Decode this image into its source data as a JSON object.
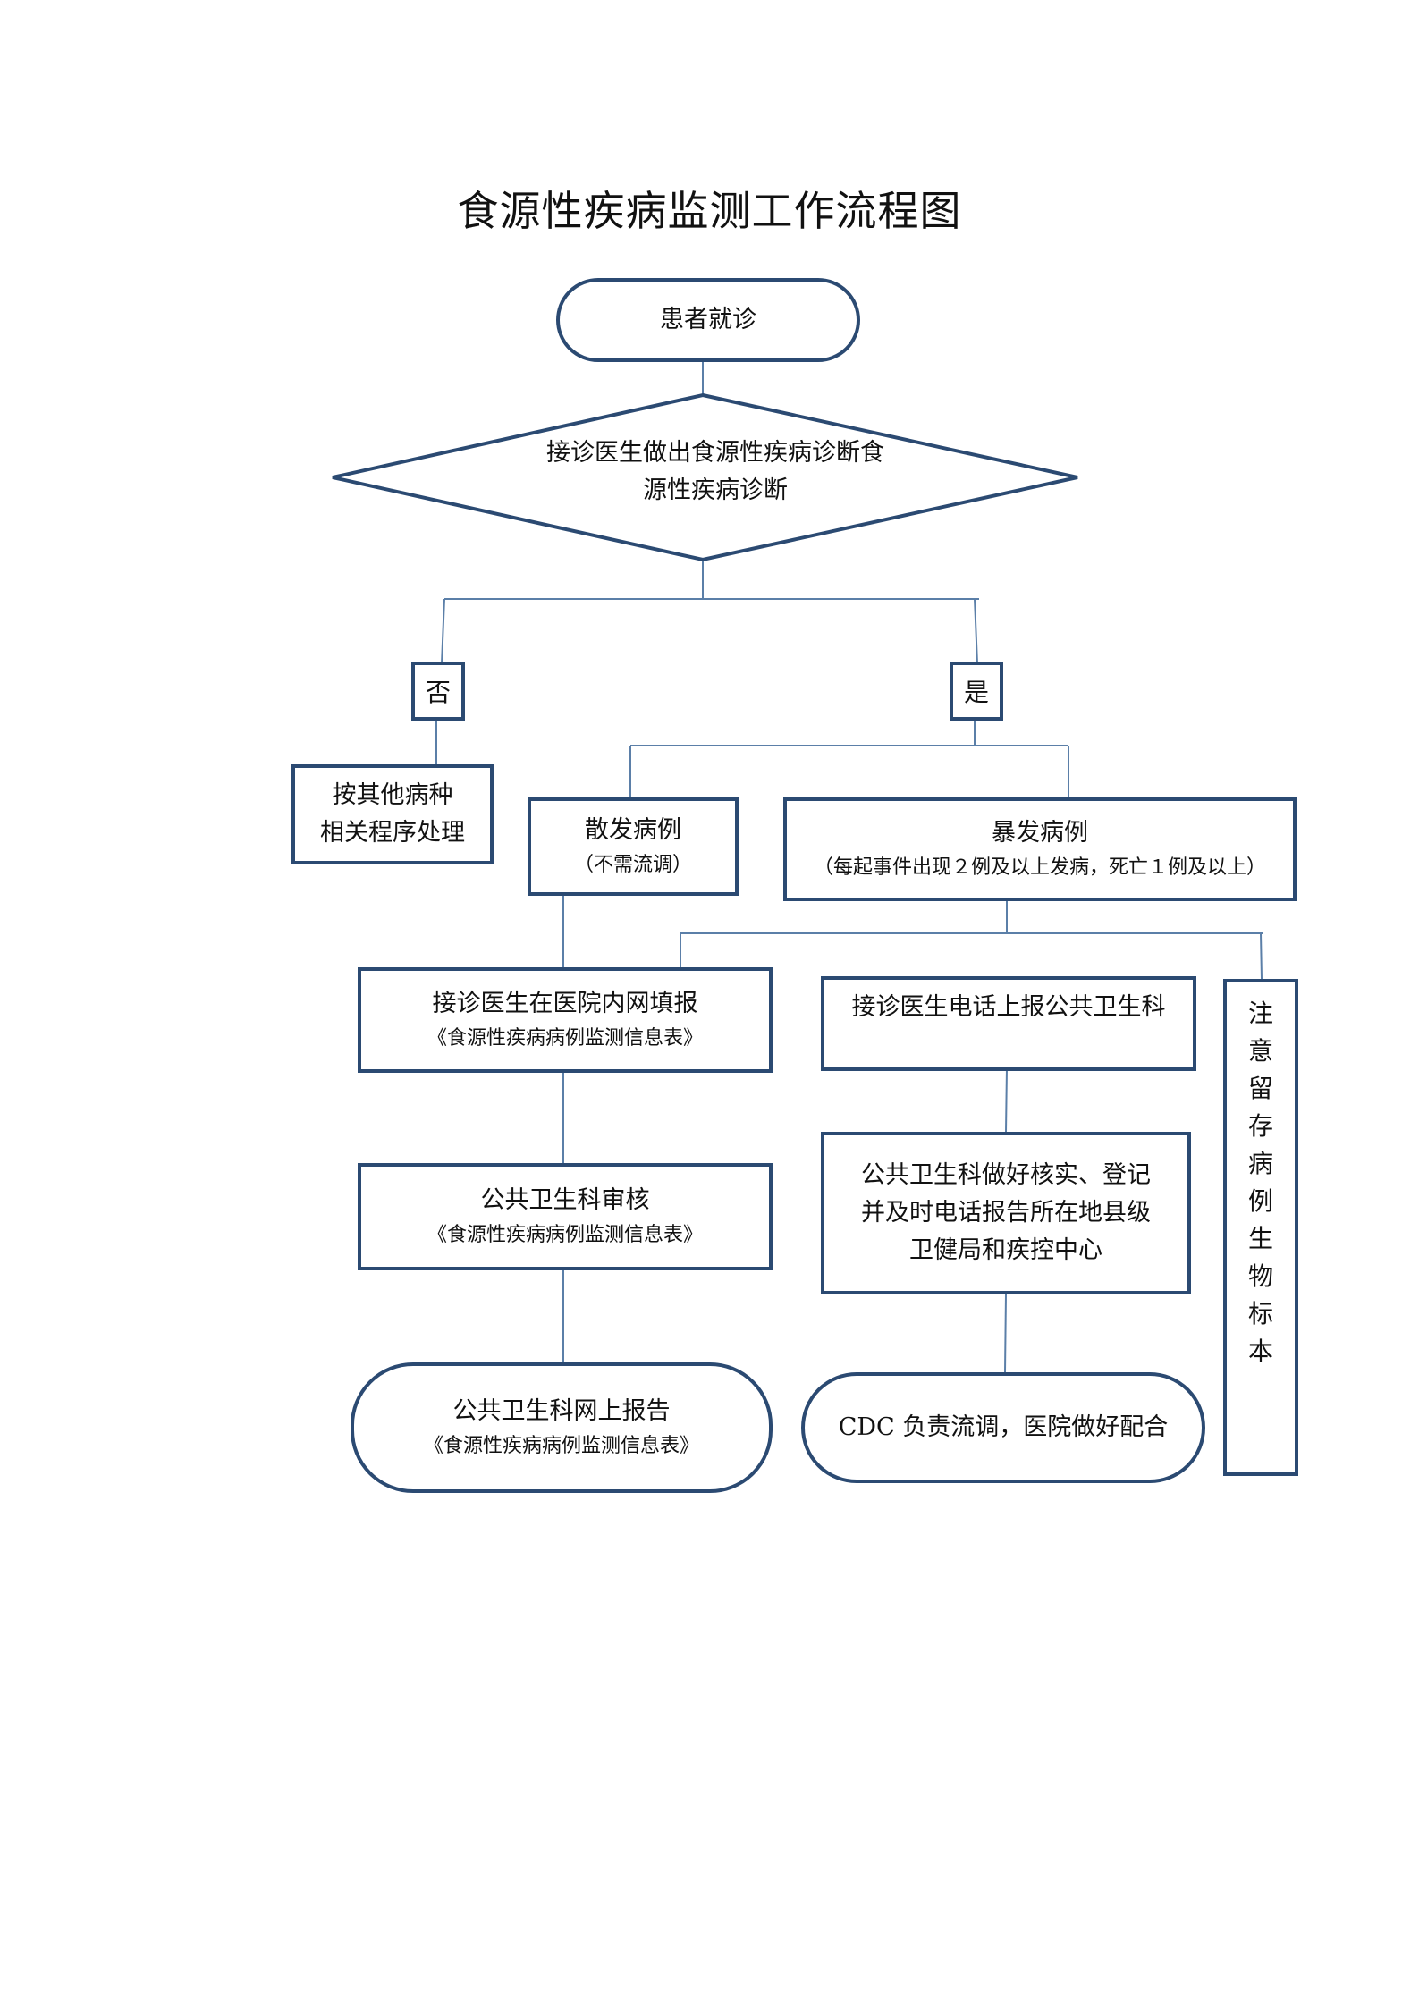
{
  "title": "食源性疾病监测工作流程图",
  "nodes": {
    "start": "患者就诊",
    "decision": [
      "接诊医生做出食源性疾病诊断食",
      "源性疾病诊断"
    ],
    "no_label": "否",
    "yes_label": "是",
    "other": [
      "按其他病种",
      "相关程序处理"
    ],
    "sporadic": {
      "title": "散发病例",
      "note": "（不需流调）"
    },
    "outbreak": {
      "title": "暴发病例",
      "note": "（每起事件出现２例及以上发病，死亡１例及以上）"
    },
    "intranet_report": {
      "title": "接诊医生在医院内网填报",
      "form": "《食源性疾病病例监测信息表》"
    },
    "phone_report": "接诊医生电话上报公共卫生科",
    "review": {
      "title": "公共卫生科审核",
      "form": "《食源性疾病病例监测信息表》"
    },
    "verify": [
      "公共卫生科做好核实、登记",
      "并及时电话报告所在地县级",
      "卫健局和疾控中心"
    ],
    "online_report": {
      "title": "公共卫生科网上报告",
      "form": "《食源性疾病病例监测信息表》"
    },
    "cdc": "CDC 负责流调，医院做好配合",
    "specimen": "注意留存病例生物标本"
  },
  "colors": {
    "border": "#2b4a72",
    "line": "#5b7fa8"
  }
}
